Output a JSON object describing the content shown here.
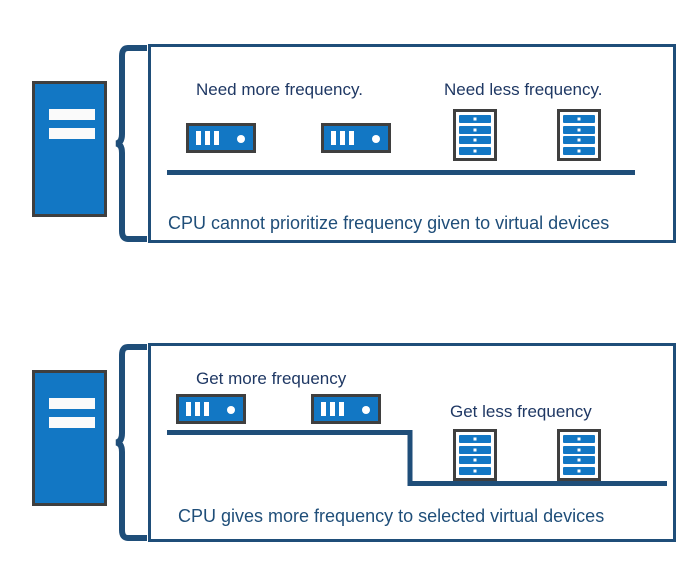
{
  "diagram": {
    "title_semantics": "CPU frequency prioritization for virtual devices",
    "colors": {
      "device_blue": "#1277C4",
      "outline_gray": "#3F3F3F",
      "panel_border": "#1F4E79",
      "label_text": "#1F3864",
      "caption_text": "#1F4E79",
      "line_navy": "#1F4E79",
      "background": "#FFFFFF"
    },
    "panels": [
      {
        "id": "top",
        "caption": "CPU cannot prioritize frequency given to virtual devices",
        "labels": [
          {
            "id": "need-more",
            "text": "Need more frequency."
          },
          {
            "id": "need-less",
            "text": "Need less frequency."
          }
        ],
        "frequency_line": {
          "type": "flat",
          "description": "single uniform frequency level for all devices"
        },
        "devices": [
          {
            "type": "server",
            "group": "need-more",
            "slots": 3,
            "led": true
          },
          {
            "type": "server",
            "group": "need-more",
            "slots": 3,
            "led": true
          },
          {
            "type": "rack",
            "group": "need-less",
            "units": 4
          },
          {
            "type": "rack",
            "group": "need-less",
            "units": 4
          }
        ],
        "cpu_icon": {
          "type": "tower",
          "bars": 2
        },
        "bracket": "curly-brace"
      },
      {
        "id": "bottom",
        "caption": "CPU gives more frequency to selected virtual devices",
        "labels": [
          {
            "id": "get-more",
            "text": "Get more frequency"
          },
          {
            "id": "get-less",
            "text": "Get less frequency"
          }
        ],
        "frequency_line": {
          "type": "step",
          "description": "higher frequency level on the left, stepping down to a lower level on the right"
        },
        "devices": [
          {
            "type": "server",
            "group": "get-more",
            "slots": 3,
            "led": true
          },
          {
            "type": "server",
            "group": "get-more",
            "slots": 3,
            "led": true
          },
          {
            "type": "rack",
            "group": "get-less",
            "units": 4
          },
          {
            "type": "rack",
            "group": "get-less",
            "units": 4
          }
        ],
        "cpu_icon": {
          "type": "tower",
          "bars": 2
        },
        "bracket": "curly-brace"
      }
    ]
  }
}
